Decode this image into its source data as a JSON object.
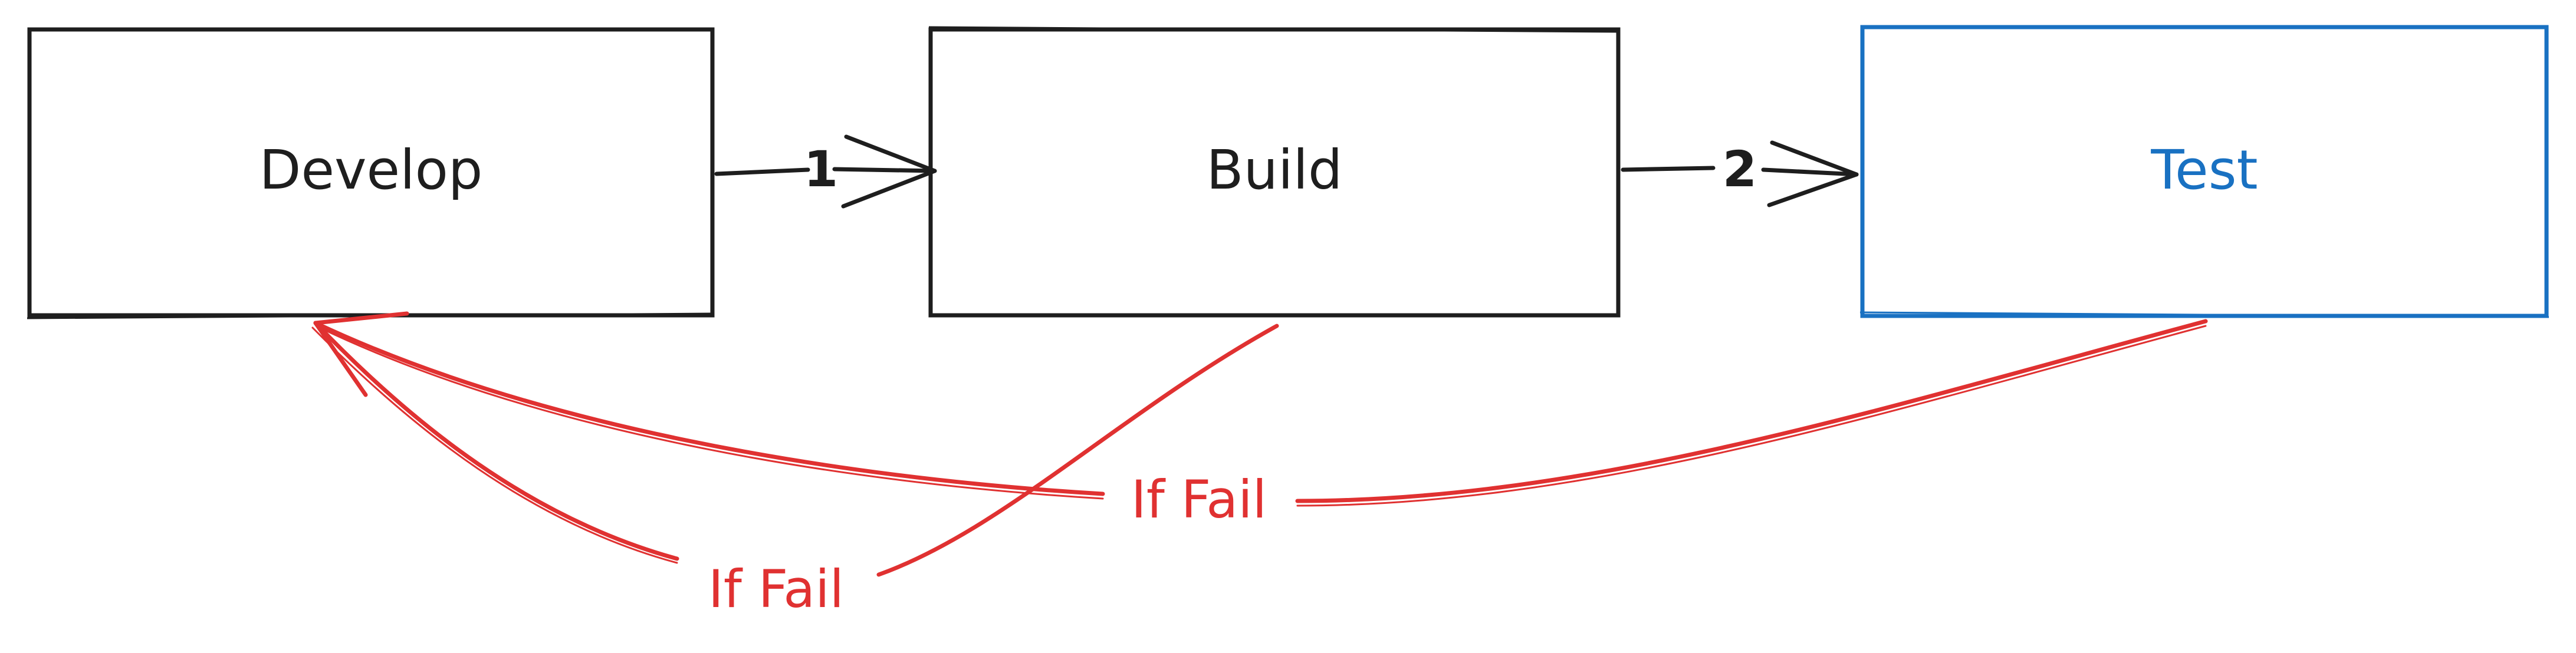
{
  "colors": {
    "ink": "#1e1e1e",
    "highlight": "#1971c2",
    "fail": "#e03131",
    "background": "#ffffff"
  },
  "nodes": {
    "develop": {
      "label": "Develop"
    },
    "build": {
      "label": "Build"
    },
    "test": {
      "label": "Test"
    }
  },
  "edges": {
    "develop_to_build": {
      "label": "1"
    },
    "build_to_test": {
      "label": "2"
    }
  },
  "feedback": {
    "build_fail": {
      "label": "If Fail"
    },
    "test_fail": {
      "label": "If Fail"
    }
  }
}
